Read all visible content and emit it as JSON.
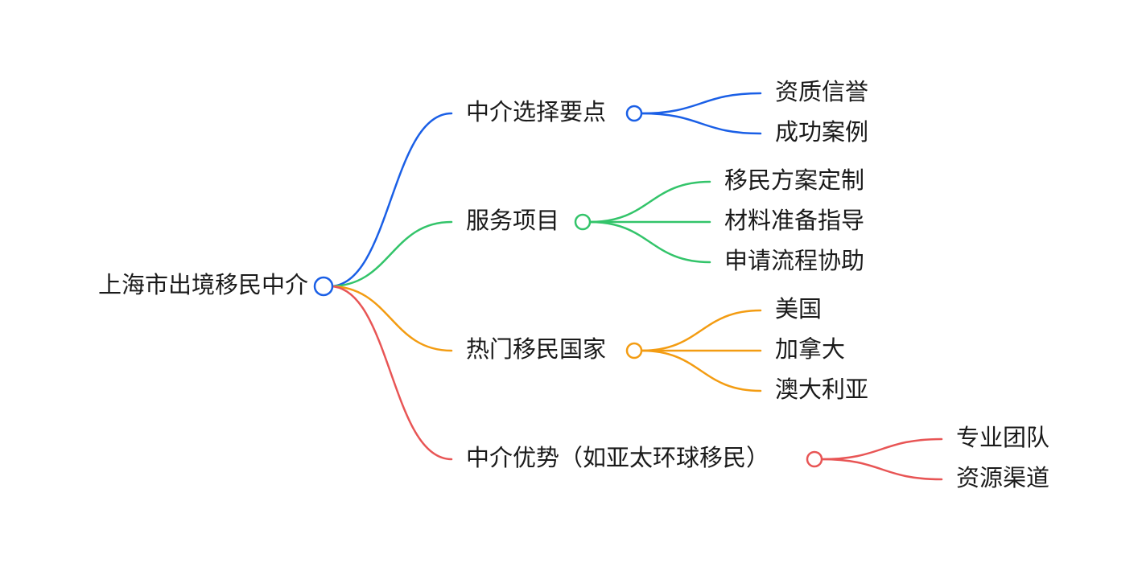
{
  "root": {
    "label": "上海市出境移民中介",
    "color": "#1a5fe6"
  },
  "branches": [
    {
      "label": "中介选择要点",
      "color": "#1a5fe6",
      "children": [
        "资质信誉",
        "成功案例"
      ]
    },
    {
      "label": "服务项目",
      "color": "#33c46a",
      "children": [
        "移民方案定制",
        "材料准备指导",
        "申请流程协助"
      ]
    },
    {
      "label": "热门移民国家",
      "color": "#f39c12",
      "children": [
        "美国",
        "加拿大",
        "澳大利亚"
      ]
    },
    {
      "label": "中介优势（如亚太环球移民）",
      "color": "#e85555",
      "children": [
        "专业团队",
        "资源渠道"
      ]
    }
  ]
}
